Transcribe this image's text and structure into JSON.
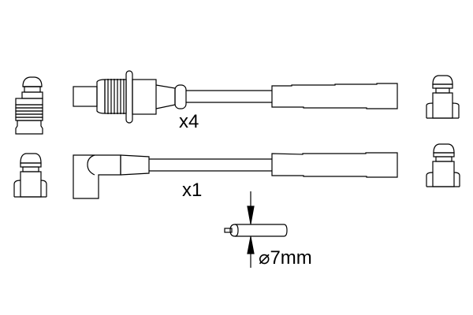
{
  "diagram": {
    "type": "technical-product-drawing",
    "subject": "ignition cable set",
    "stroke_color": "#000000",
    "background_color": "#ffffff",
    "rows": [
      {
        "id": "cable-straight",
        "quantity_label": "x4",
        "left_connector": "straight spark plug boot with ribbed collar",
        "right_connector": "coil/distributor terminal"
      },
      {
        "id": "cable-angled",
        "quantity_label": "x1",
        "left_connector": "90-degree angled spark plug boot",
        "right_connector": "coil/distributor terminal"
      }
    ],
    "dimension": {
      "symbol": "⌀",
      "value": "7mm",
      "label": "⌀7mm"
    }
  }
}
